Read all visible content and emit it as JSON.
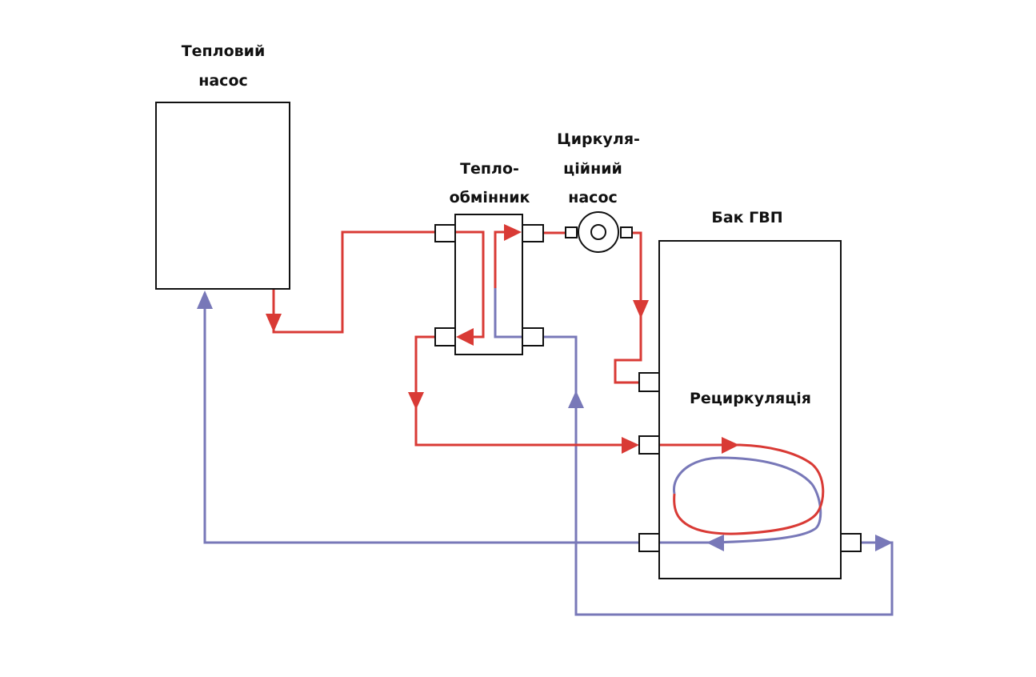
{
  "diagram": {
    "title": "Heat pump DHW system with heat exchanger and recirculation",
    "colors": {
      "hot": "#d93a35",
      "cold": "#7878b8",
      "outline": "#111111",
      "background": "#ffffff"
    },
    "components": {
      "heat_pump": {
        "label_line1": "Тепловий",
        "label_line2": "насос"
      },
      "heat_exchanger": {
        "label_line1": "Тепло-",
        "label_line2": "обмінник"
      },
      "circulation_pump": {
        "label_line1": "Циркуля-",
        "label_line2": "ційний",
        "label_line3": "насос"
      },
      "dhw_tank": {
        "label": "Бак ГВП"
      },
      "recirculation": {
        "label": "Рециркуляція"
      }
    },
    "flows": [
      {
        "name": "heat-pump-supply",
        "medium": "hot",
        "from": "heat_pump",
        "to": "heat_exchanger"
      },
      {
        "name": "exchanger-primary-return",
        "medium": "hot",
        "from": "heat_exchanger",
        "to": "dhw_tank"
      },
      {
        "name": "exchanger-secondary-out",
        "medium": "hot",
        "from": "heat_exchanger",
        "to": "circulation_pump"
      },
      {
        "name": "pump-to-tank",
        "medium": "hot",
        "from": "circulation_pump",
        "to": "dhw_tank"
      },
      {
        "name": "recirculation-loop",
        "medium": "mixed",
        "from": "dhw_tank",
        "to": "dhw_tank"
      },
      {
        "name": "tank-return-to-heat-pump",
        "medium": "cold",
        "from": "dhw_tank",
        "to": "heat_pump"
      },
      {
        "name": "tank-to-exchanger-cold",
        "medium": "cold",
        "from": "dhw_tank",
        "to": "heat_exchanger"
      }
    ]
  }
}
